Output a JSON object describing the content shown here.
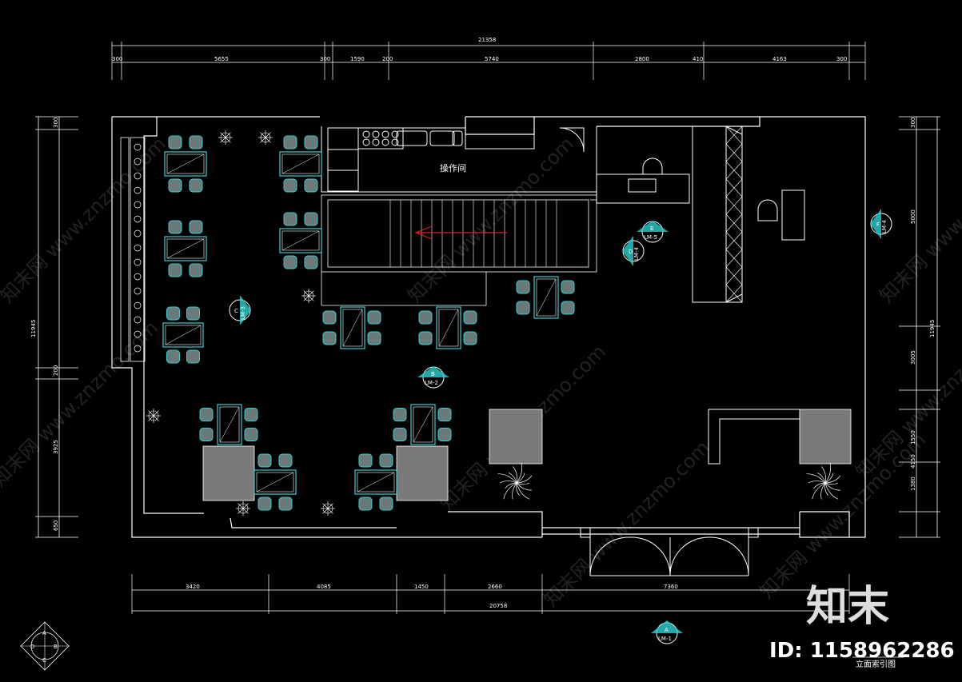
{
  "room_label": "操作间",
  "top_dims": {
    "overall": "21358",
    "segments": [
      "300",
      "5655",
      "300",
      "1590",
      "200",
      "5740",
      "2800",
      "410",
      "4163",
      "300"
    ]
  },
  "bottom_dims": {
    "overall": "20758",
    "segments": [
      "3420",
      "4085",
      "1450",
      "2660",
      "7360"
    ]
  },
  "left_dims": {
    "overall": "11945",
    "segments": [
      "300",
      "200",
      "3925",
      "650"
    ]
  },
  "right_dims": {
    "overall": "11945",
    "segments": [
      "300",
      "5000",
      "3005",
      "1550",
      "4150",
      "1380"
    ]
  },
  "elevation_tags": [
    {
      "letter": "A",
      "ref": "LM-1"
    },
    {
      "letter": "B",
      "ref": "LM-2"
    },
    {
      "letter": "C",
      "ref": "LM-3"
    },
    {
      "letter": "D",
      "ref": "LM-4"
    },
    {
      "letter": "E",
      "ref": "LM-5"
    },
    {
      "letter": "F",
      "ref": "LM-4"
    }
  ],
  "compass_letters": [
    "A",
    "B",
    "C",
    "D"
  ],
  "caption": "立面索引图",
  "watermark": "知末网 www.znzmo.com",
  "brand_logo": "知末",
  "id_text": "ID: 1158962286",
  "colors": {
    "wall": "#ffffff",
    "furniture": "#2fd1d1",
    "stair_arrow": "#e02020",
    "fill_block": "#7a7a7a"
  }
}
